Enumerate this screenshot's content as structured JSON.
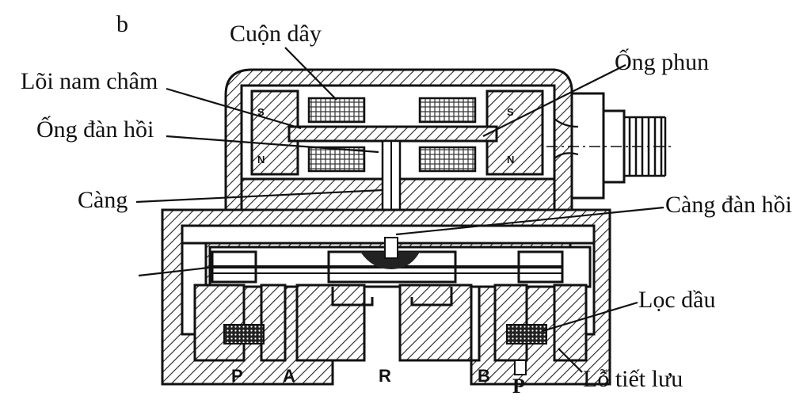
{
  "figure": {
    "panel_letter": "b",
    "labels": {
      "coil": "Cuộn dây",
      "magnet_core": "Lõi nam châm",
      "elastic_tube": "Ống đàn hồi",
      "nozzle": "Ống phun",
      "arm": "Càng",
      "elastic_arm": "Càng đàn hồi",
      "oil_filter": "Lọc dầu",
      "throttle_hole": "Lỗ tiết lưu"
    },
    "ports": {
      "p_left": "P",
      "a": "A",
      "r": "R",
      "b": "B",
      "p_right": "P"
    },
    "poles": {
      "s_left": "S",
      "n_left": "N",
      "s_right": "S",
      "n_right": "N"
    }
  }
}
